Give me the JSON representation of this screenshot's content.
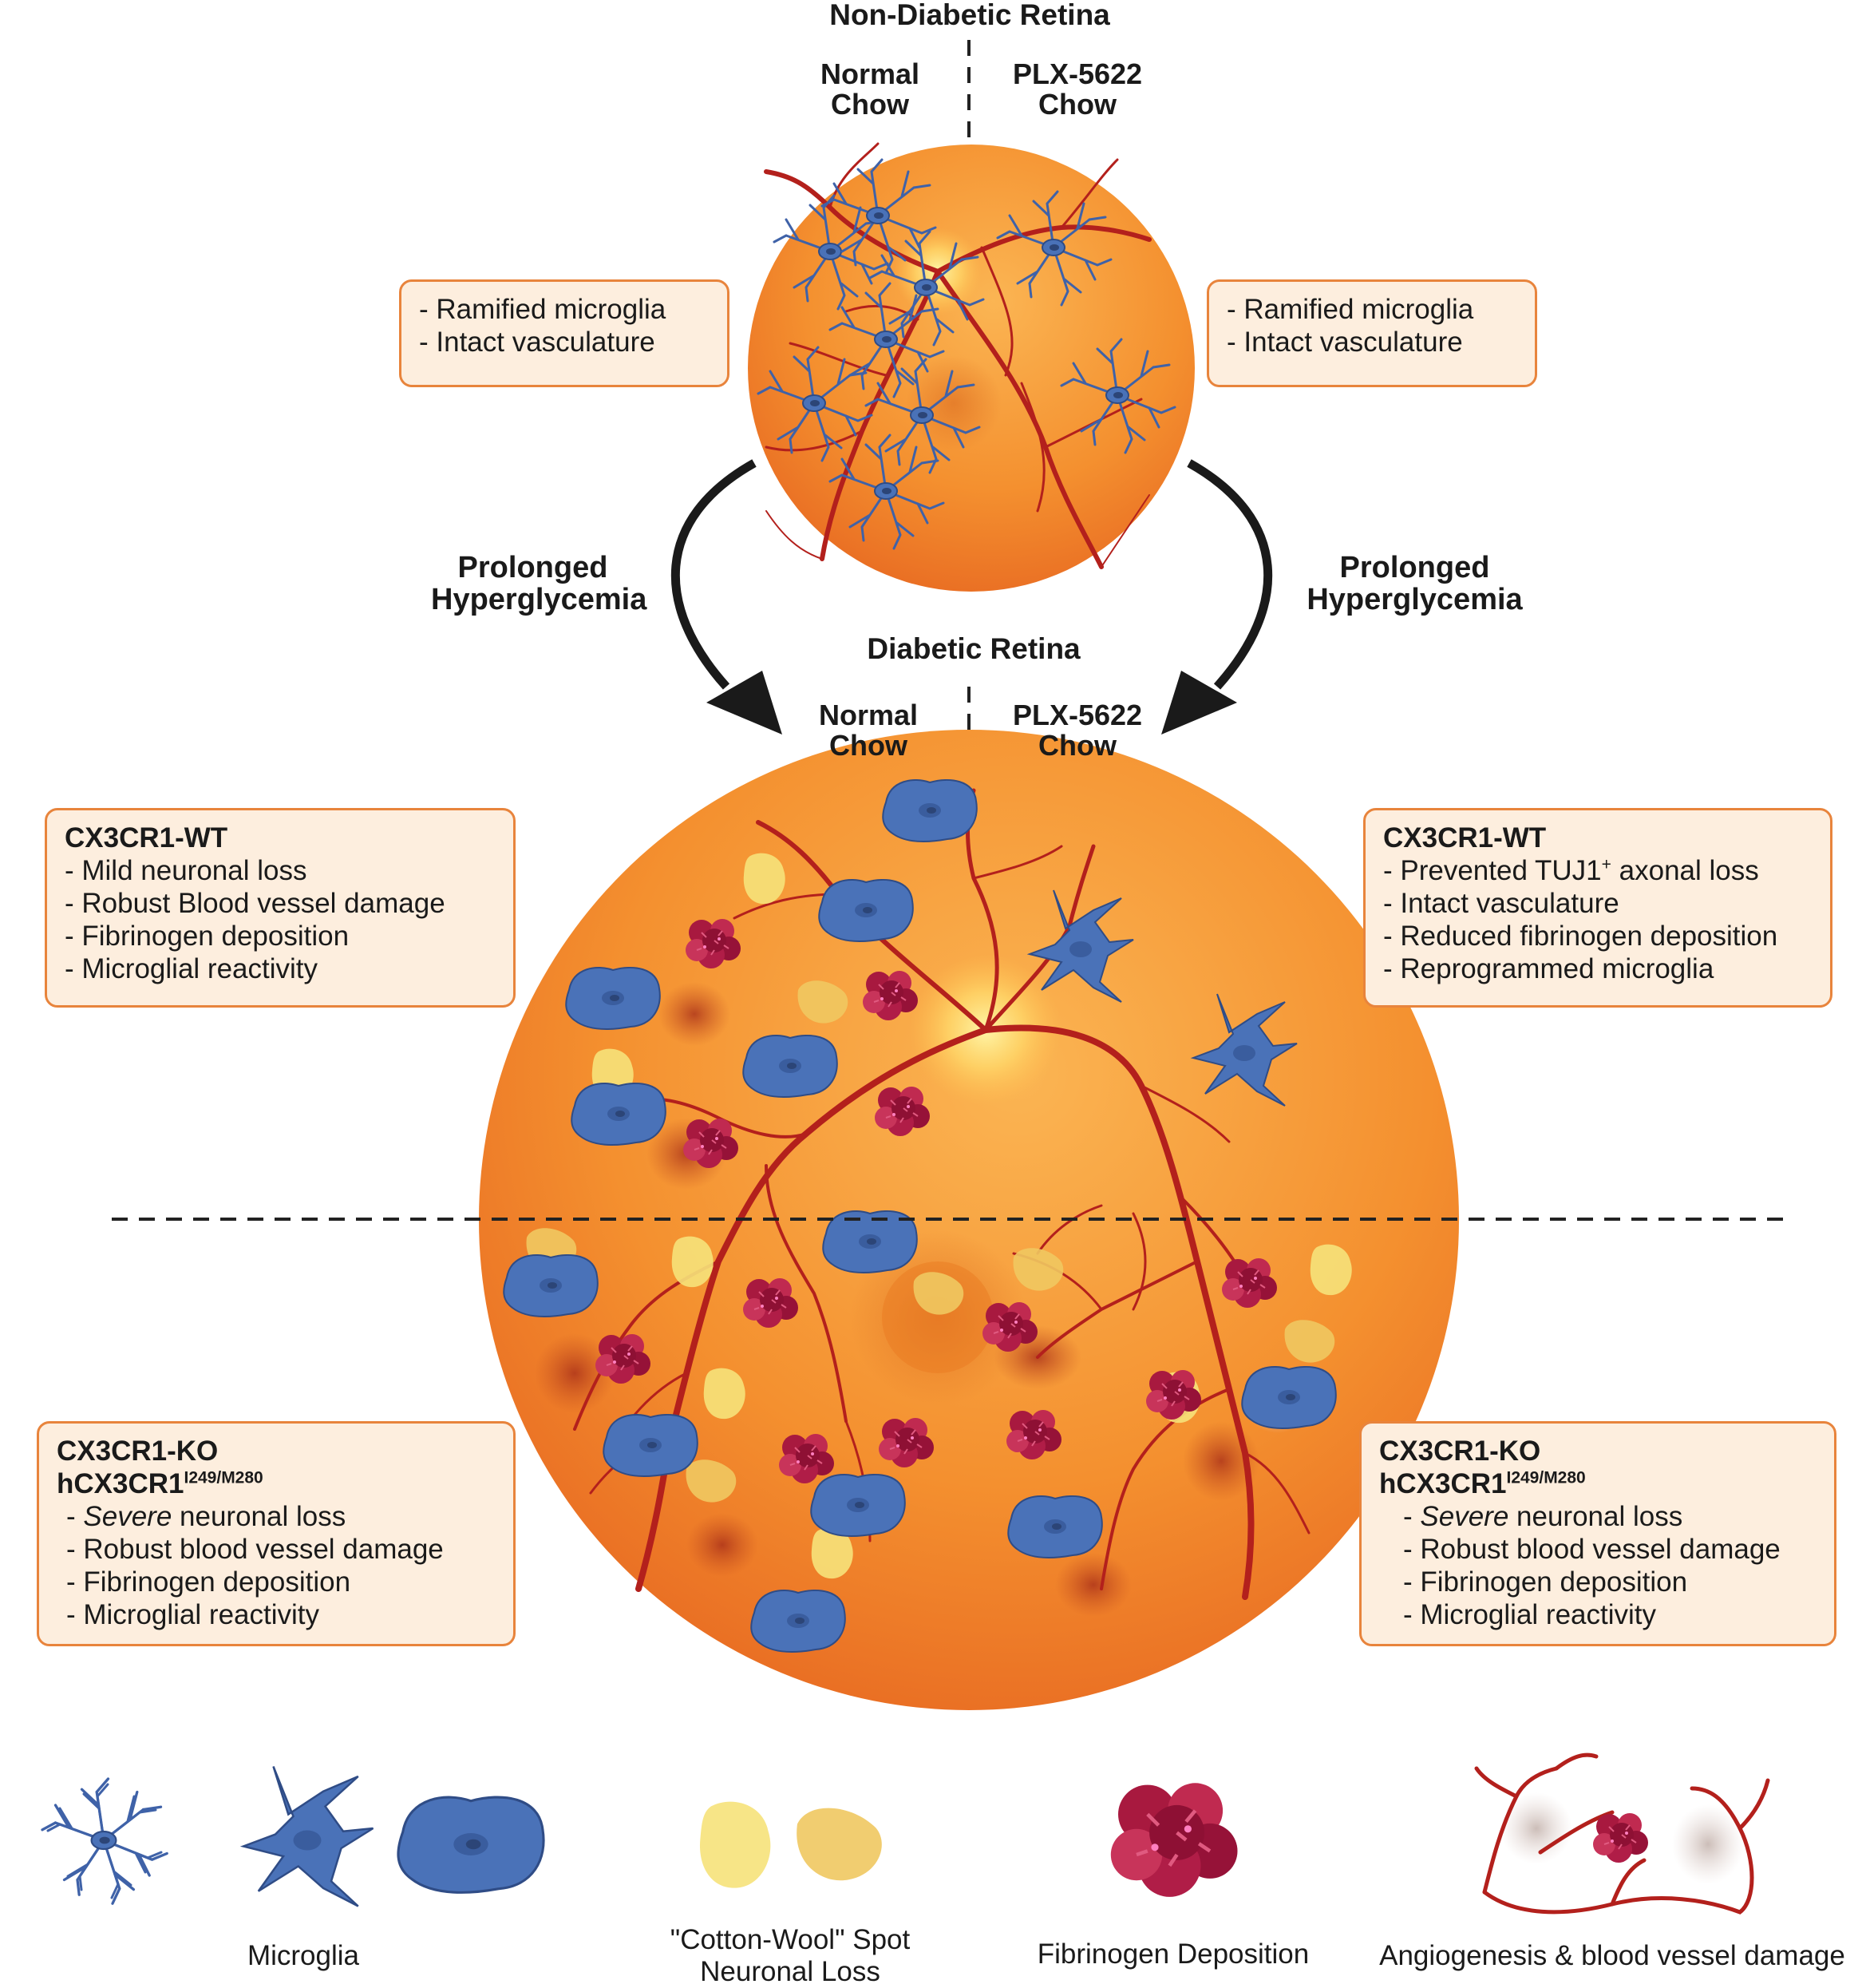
{
  "top": {
    "title": "Non-Diabetic Retina",
    "left_diet": [
      "Normal",
      "Chow"
    ],
    "right_diet": [
      "PLX-5622",
      "Chow"
    ],
    "left_box": [
      "- Ramified microglia",
      "- Intact vasculature"
    ],
    "right_box": [
      "- Ramified microglia",
      "- Intact vasculature"
    ]
  },
  "transition": {
    "left": [
      "Prolonged",
      "Hyperglycemia"
    ],
    "right": [
      "Prolonged",
      "Hyperglycemia"
    ]
  },
  "bottom": {
    "title": "Diabetic Retina",
    "left_diet": [
      "Normal",
      "Chow"
    ],
    "right_diet": [
      "PLX-5622",
      "Chow"
    ],
    "boxes": {
      "tl": {
        "head": "CX3CR1-WT",
        "items": [
          "- Mild neuronal loss",
          "- Robust Blood vessel damage",
          "- Fibrinogen deposition",
          "- Microglial reactivity"
        ]
      },
      "tr": {
        "head": "CX3CR1-WT",
        "items": [
          "- Prevented TUJ1",
          "- Intact vasculature",
          "- Reduced fibrinogen deposition",
          "- Reprogrammed microglia"
        ],
        "tuj1_sup": "+",
        "tuj1_rest": " axonal loss"
      },
      "bl": {
        "head": "CX3CR1-KO",
        "head2": "hCX3CR1",
        "head2_sup": "I249/M280",
        "severe": "Severe",
        "severe_rest": " neuronal loss",
        "items": [
          "- Robust blood vessel damage",
          "- Fibrinogen deposition",
          "- Microglial reactivity"
        ]
      },
      "br": {
        "head": "CX3CR1-KO",
        "head2": "hCX3CR1",
        "head2_sup": "I249/M280",
        "severe": "Severe",
        "severe_rest": " neuronal loss",
        "items": [
          "- Robust blood vessel damage",
          "- Fibrinogen deposition",
          "- Microglial reactivity"
        ]
      }
    }
  },
  "legend": {
    "microglia": "Microglia",
    "cotton_wool": [
      "\"Cotton-Wool\" Spot",
      "Neuronal Loss"
    ],
    "fibrinogen": "Fibrinogen Deposition",
    "angiogenesis": "Angiogenesis & blood vessel damage"
  },
  "colors": {
    "retina_orange": "#f28a2e",
    "box_border": "#e8843c",
    "box_fill": "#fdeede",
    "vessel": "#b3201c",
    "microglia_blue": "#4a72b8",
    "fibrinogen": "#a8193f",
    "cotton_wool": "#f6d24a"
  }
}
